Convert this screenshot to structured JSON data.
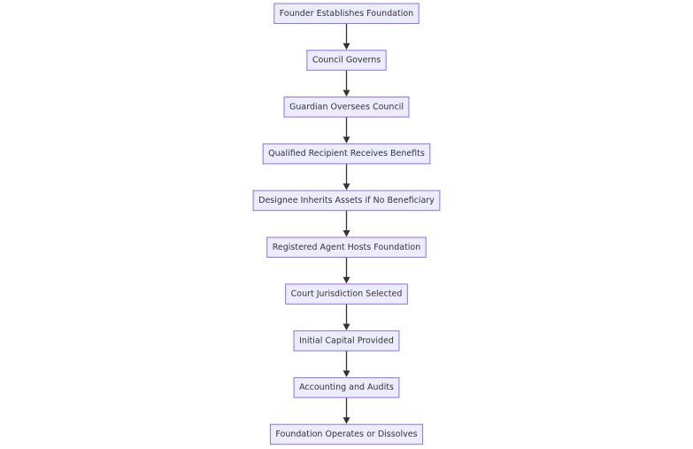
{
  "diagram": {
    "type": "flowchart",
    "direction": "top-to-bottom",
    "colors": {
      "node_fill": "#ececff",
      "node_border": "#9370db",
      "edge": "#333333",
      "text": "#333333"
    },
    "nodes": [
      {
        "id": "n1",
        "label": "Founder Establishes Foundation"
      },
      {
        "id": "n2",
        "label": "Council Governs"
      },
      {
        "id": "n3",
        "label": "Guardian Oversees Council"
      },
      {
        "id": "n4",
        "label": "Qualified Recipient Receives Benefits"
      },
      {
        "id": "n5",
        "label": "Designee Inherits Assets if No Beneficiary"
      },
      {
        "id": "n6",
        "label": "Registered Agent Hosts Foundation"
      },
      {
        "id": "n7",
        "label": "Court Jurisdiction Selected"
      },
      {
        "id": "n8",
        "label": "Initial Capital Provided"
      },
      {
        "id": "n9",
        "label": "Accounting and Audits"
      },
      {
        "id": "n10",
        "label": "Foundation Operates or Dissolves"
      }
    ],
    "edges": [
      {
        "from": "n1",
        "to": "n2"
      },
      {
        "from": "n2",
        "to": "n3"
      },
      {
        "from": "n3",
        "to": "n4"
      },
      {
        "from": "n4",
        "to": "n5"
      },
      {
        "from": "n5",
        "to": "n6"
      },
      {
        "from": "n6",
        "to": "n7"
      },
      {
        "from": "n7",
        "to": "n8"
      },
      {
        "from": "n8",
        "to": "n9"
      },
      {
        "from": "n9",
        "to": "n10"
      }
    ]
  }
}
